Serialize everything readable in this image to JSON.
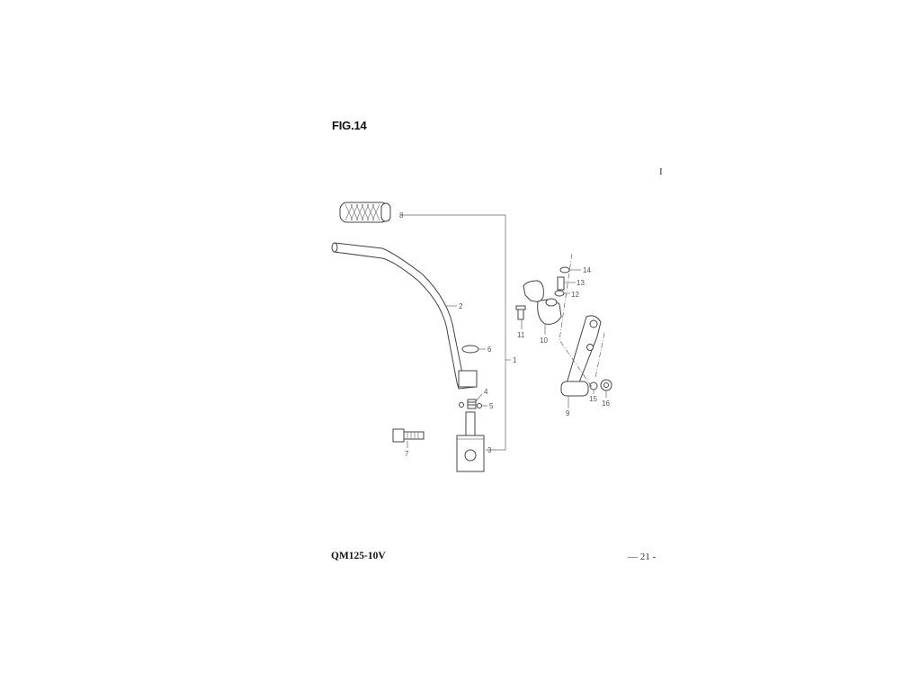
{
  "figure": {
    "title": "FIG.14"
  },
  "footer": {
    "model": "QM125-10V",
    "page": "— 21 -"
  },
  "corner_mark": "I",
  "callouts": [
    {
      "id": "c1",
      "text": "1"
    },
    {
      "id": "c2",
      "text": "2"
    },
    {
      "id": "c3",
      "text": "3"
    },
    {
      "id": "c4",
      "text": "4"
    },
    {
      "id": "c5",
      "text": "5"
    },
    {
      "id": "c6",
      "text": "6"
    },
    {
      "id": "c7",
      "text": "7"
    },
    {
      "id": "c8",
      "text": "8"
    },
    {
      "id": "c9",
      "text": "9"
    },
    {
      "id": "c10",
      "text": "10"
    },
    {
      "id": "c11",
      "text": "11"
    },
    {
      "id": "c12",
      "text": "12"
    },
    {
      "id": "c13",
      "text": "13"
    },
    {
      "id": "c14",
      "text": "14"
    },
    {
      "id": "c15",
      "text": "15"
    },
    {
      "id": "c16",
      "text": "16"
    }
  ]
}
